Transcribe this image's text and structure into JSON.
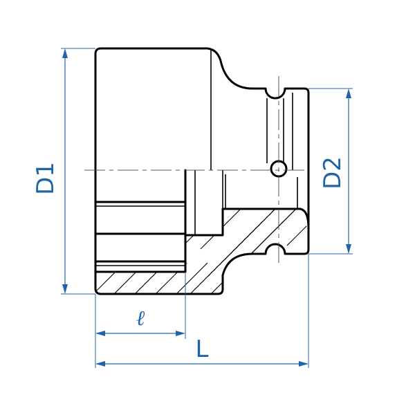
{
  "diagram": {
    "labels": {
      "d1": "D1",
      "d2": "D2",
      "l_small": "ℓ",
      "l_total": "L"
    },
    "colors": {
      "outline": "#000000",
      "dimension": "#1f64a8",
      "centerline": "#555555"
    }
  }
}
